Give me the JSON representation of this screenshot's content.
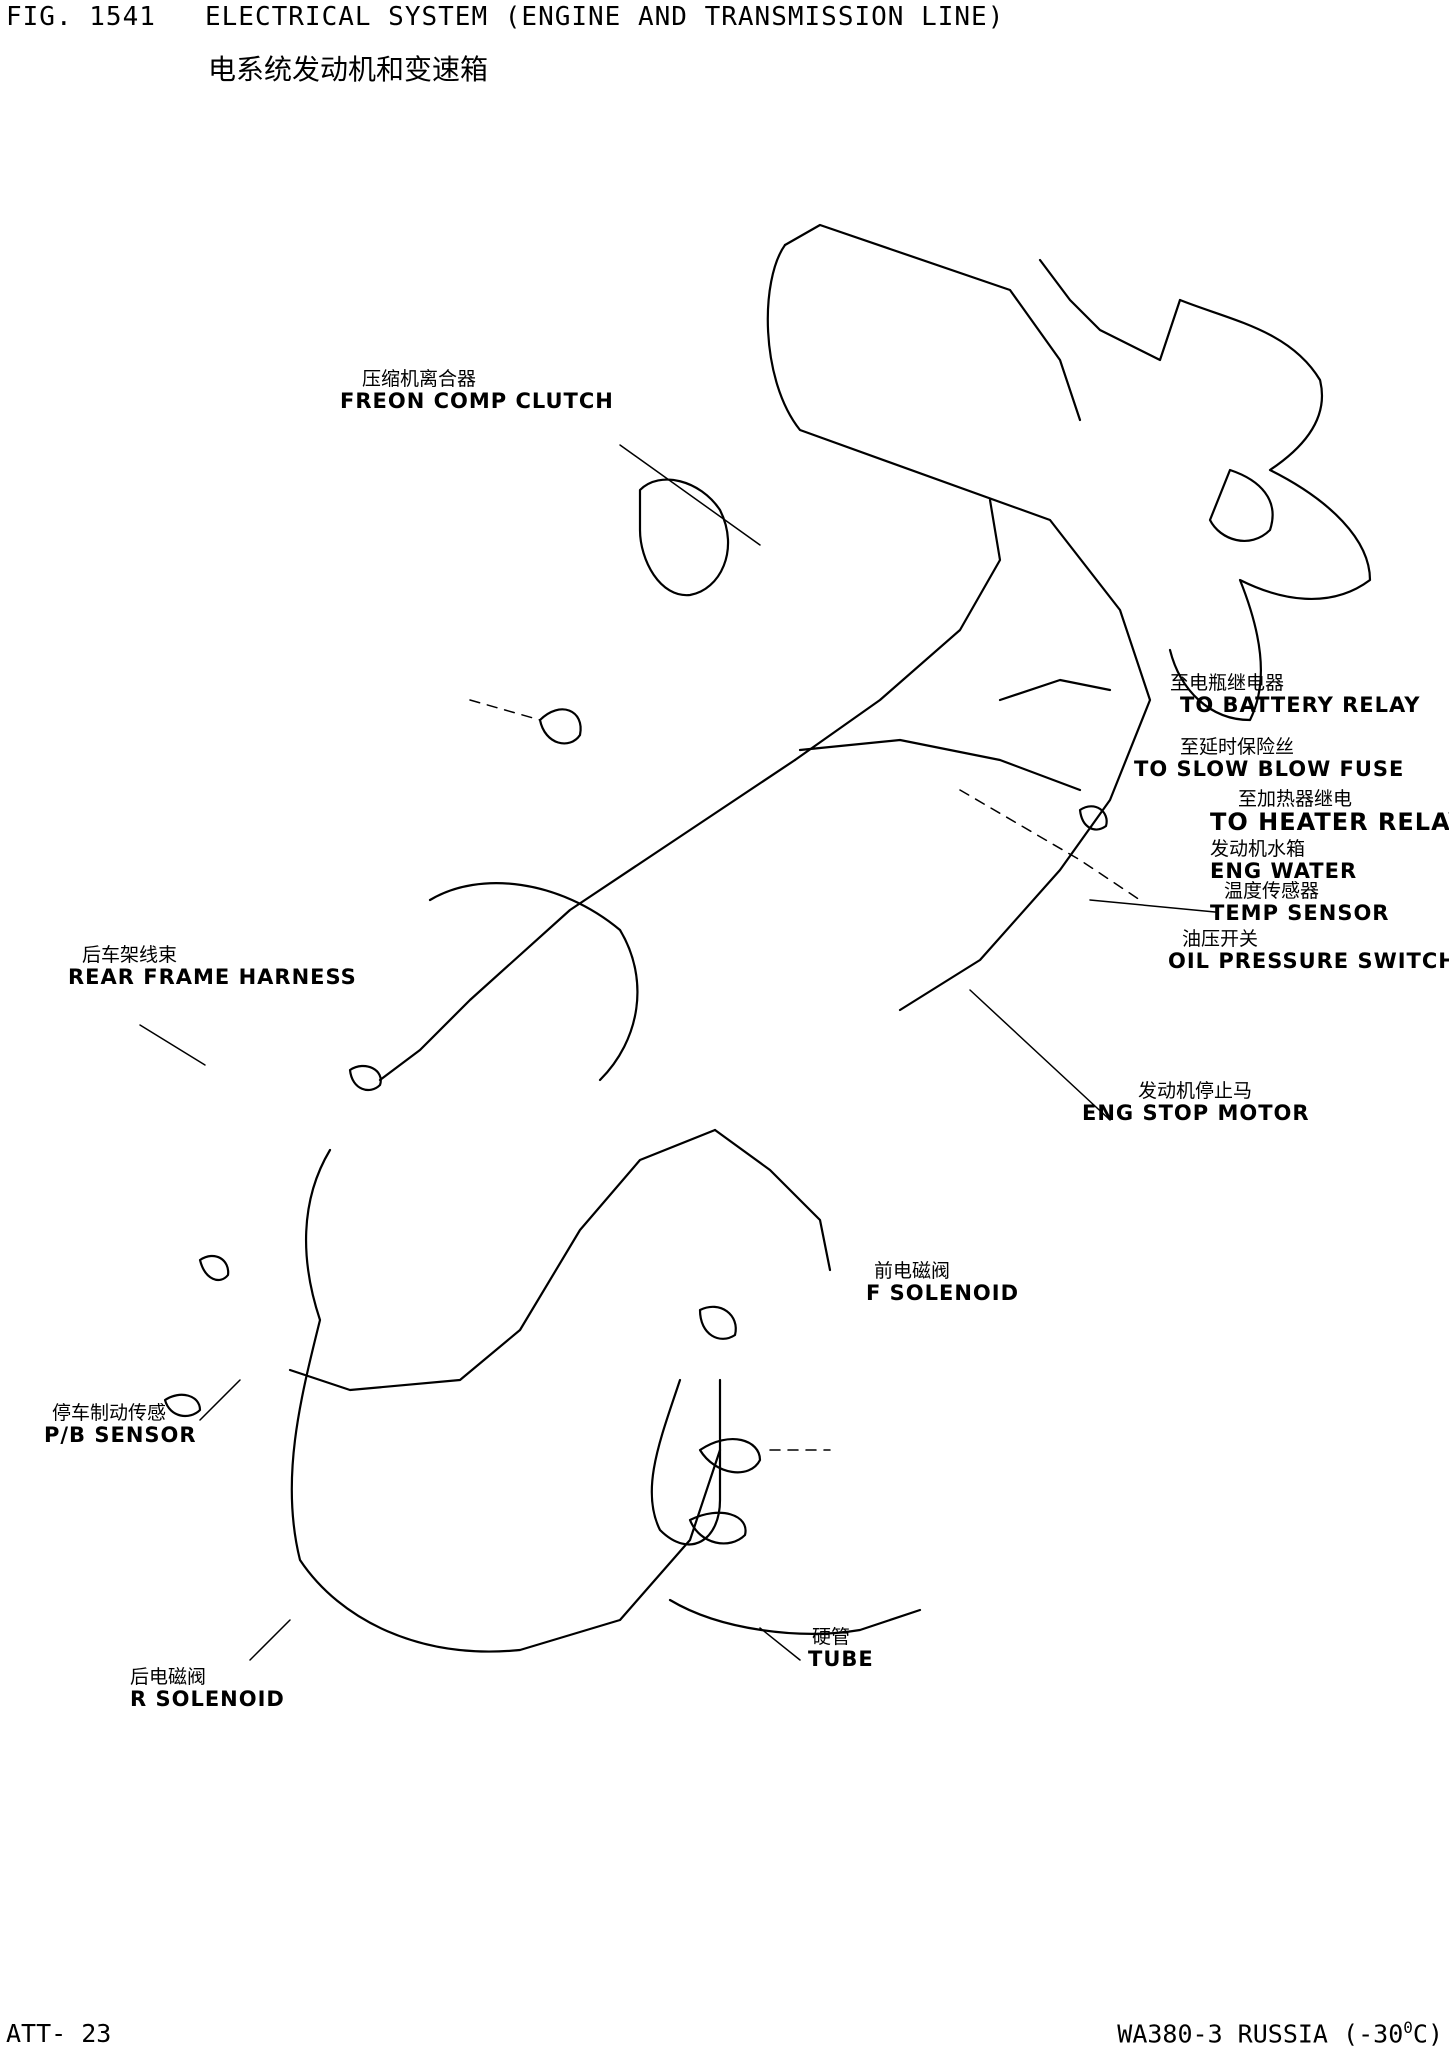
{
  "header": {
    "fig_number": "FIG. 1541",
    "title_en": "ELECTRICAL SYSTEM (ENGINE AND TRANSMISSION LINE)",
    "title_cn": "电系统发动机和变速箱"
  },
  "callouts": {
    "freon_comp_clutch": {
      "cn": "压缩机离合器",
      "en": "FREON COMP CLUTCH"
    },
    "to_battery_relay": {
      "cn": "至电瓶继电器",
      "en": "TO BATTERY RELAY"
    },
    "to_slow_blow_fuse": {
      "cn": "至延时保险丝",
      "en": "TO SLOW BLOW FUSE"
    },
    "to_heater_relay": {
      "cn": "至加热器继电",
      "en": "TO HEATER RELAY"
    },
    "eng_water_temp_sensor": {
      "cn": "发动机水箱",
      "en": "ENG WATER",
      "cn2": "温度传感器",
      "en2": "TEMP SENSOR"
    },
    "oil_pressure_switch": {
      "cn": "油压开关",
      "en": "OIL PRESSURE SWITCH"
    },
    "rear_frame_harness": {
      "cn": "后车架线束",
      "en": "REAR FRAME HARNESS"
    },
    "eng_stop_motor": {
      "cn": "发动机停止马",
      "en": "ENG STOP MOTOR"
    },
    "f_solenoid": {
      "cn": "前电磁阀",
      "en": "F SOLENOID"
    },
    "pb_sensor": {
      "cn": "停车制动传感",
      "en": "P/B SENSOR"
    },
    "tube": {
      "cn": "硬管",
      "en": "TUBE"
    },
    "r_solenoid": {
      "cn": "后电磁阀",
      "en": "R SOLENOID"
    }
  },
  "footer": {
    "page_code": "ATT- 23",
    "model_prefix": "WA380-3 RUSSIA (-30",
    "degree": "0",
    "model_suffix": "C)"
  }
}
